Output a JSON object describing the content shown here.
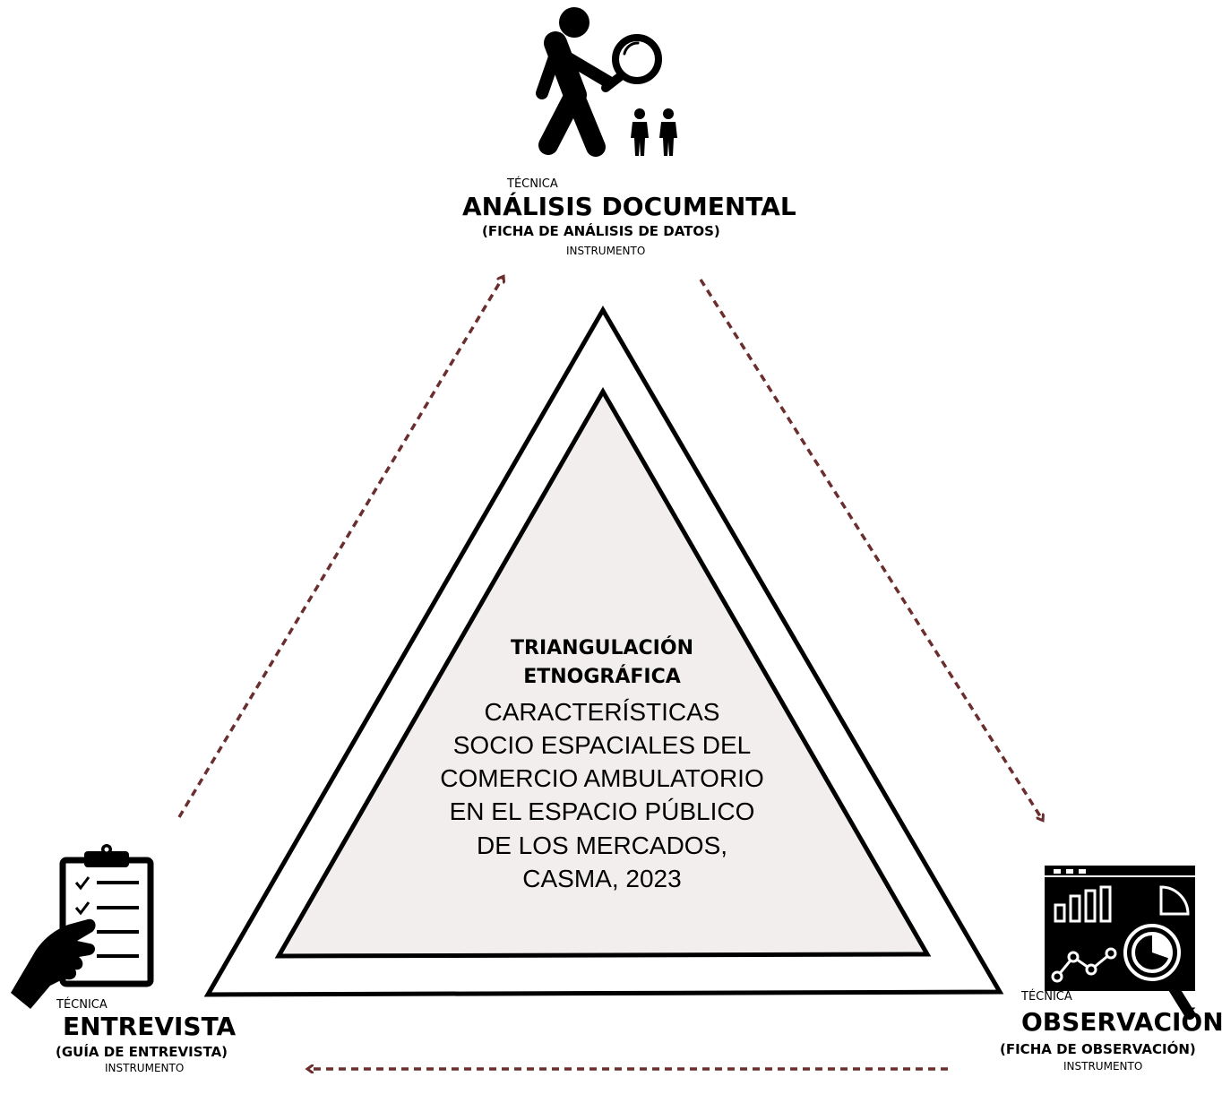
{
  "top": {
    "technique_label": "TÉCNICA",
    "name": "ANÁLISIS DOCUMENTAL",
    "instrument": "(FICHA DE ANÁLISIS DE DATOS)",
    "instrument_label": "INSTRUMENTO",
    "icon": "researcher-magnifier-icon"
  },
  "left": {
    "technique_label": "TÉCNICA",
    "name": "ENTREVISTA",
    "instrument": "(GUÍA DE ENTREVISTA)",
    "instrument_label": "INSTRUMENTO",
    "icon": "clipboard-checklist-icon"
  },
  "right": {
    "technique_label": "TÉCNICA",
    "name": "OBSERVACIÓN",
    "instrument": "(FICHA DE OBSERVACIÓN)",
    "instrument_label": "INSTRUMENTO",
    "icon": "analytics-window-icon"
  },
  "center": {
    "title_line1": "TRIANGULACIÓN",
    "title_line2": "ETNOGRÁFICA",
    "body_lines": [
      "CARACTERÍSTICAS",
      "SOCIO ESPACIALES DEL",
      "COMERCIO AMBULATORIO",
      "EN EL ESPACIO PÚBLICO",
      "DE LOS MERCADOS,",
      "CASMA, 2023"
    ]
  },
  "colors": {
    "arrow": "#6b2e2e",
    "inner_fill": "#f3eeee",
    "stroke": "#000000"
  }
}
